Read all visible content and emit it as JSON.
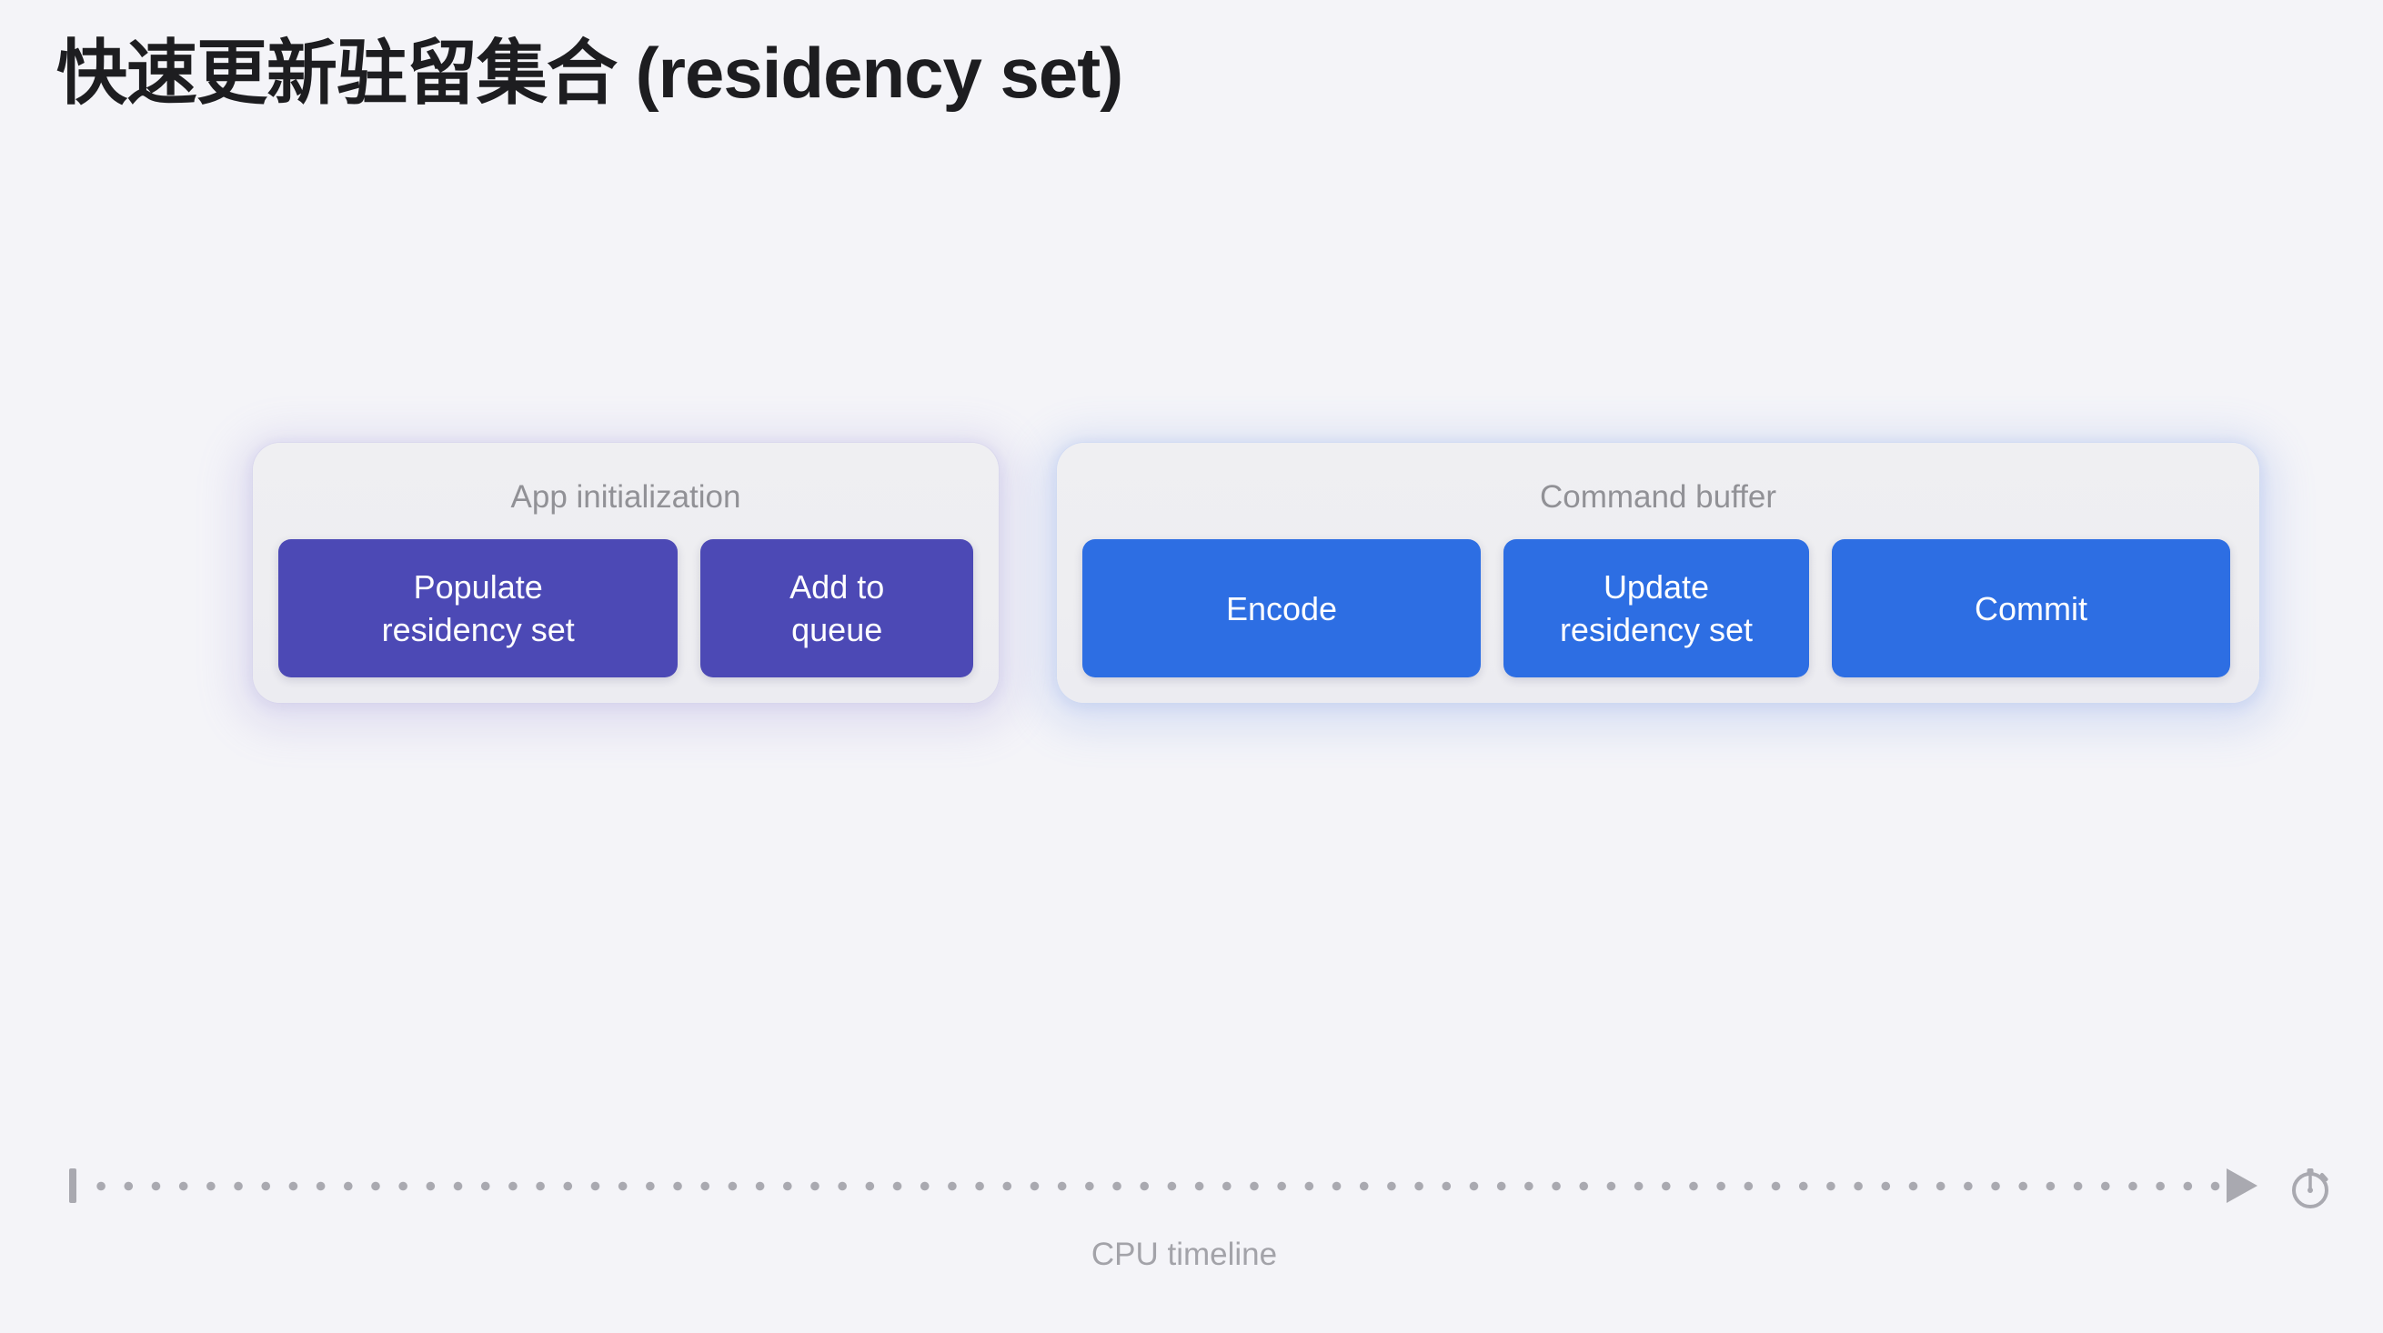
{
  "slide": {
    "title": "快速更新驻留集合 (residency set)",
    "background_color": "#f4f4f8",
    "title_color": "#1d1d20"
  },
  "groups": [
    {
      "id": "app-initialization",
      "title": "App initialization",
      "accent_color": "#4c49b5",
      "glow_color": "#968cd7",
      "boxes": [
        {
          "id": "populate-residency-set",
          "label": "Populate\nresidency set",
          "color": "#4c49b5"
        },
        {
          "id": "add-to-queue",
          "label": "Add to\nqueue",
          "color": "#4c49b5"
        }
      ]
    },
    {
      "id": "command-buffer",
      "title": "Command buffer",
      "accent_color": "#2d6ee3",
      "glow_color": "#6c91e6",
      "boxes": [
        {
          "id": "encode",
          "label": "Encode",
          "color": "#2d6ee3"
        },
        {
          "id": "update-residency-set",
          "label": "Update\nresidency set",
          "color": "#2d6ee3"
        },
        {
          "id": "commit",
          "label": "Commit",
          "color": "#2d6ee3"
        }
      ]
    }
  ],
  "timeline": {
    "label": "CPU timeline",
    "label_color": "#a3a3a9",
    "line_color": "#a9a9b0",
    "start_marker": "tick",
    "end_marker": "arrow",
    "end_icon": "timer-icon"
  }
}
